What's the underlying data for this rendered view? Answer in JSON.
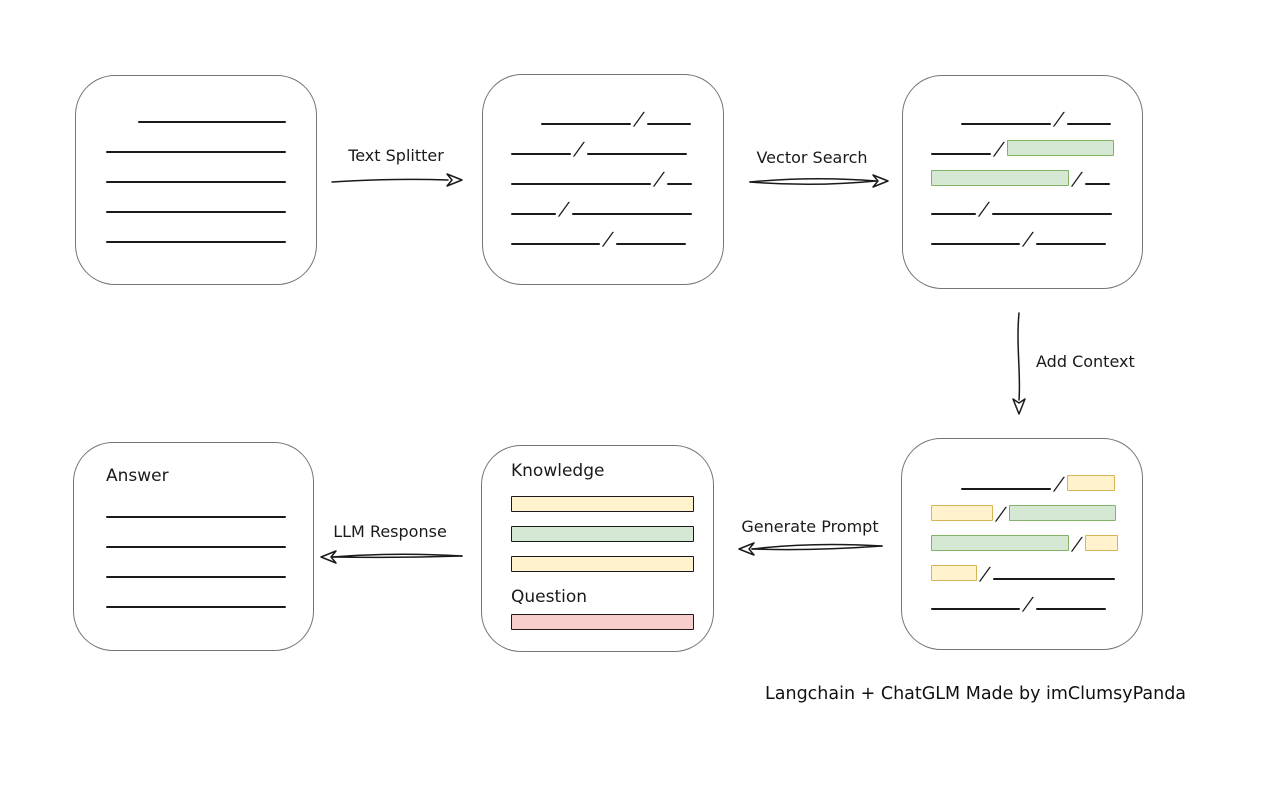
{
  "caption": "Langchain + ChatGLM Made by imClumsyPanda",
  "palette": {
    "box_stroke": "#757575",
    "ink": "#1a1a1a",
    "green_fill": "#d5e8d4",
    "green_stroke": "#82b366",
    "yellow_fill": "#fff2cc",
    "yellow_stroke": "#d6b656",
    "red_fill": "#f8cecc",
    "red_stroke": "#b85450"
  },
  "glyphs": {
    "slash": "/"
  },
  "arrows": {
    "text_splitter": "Text Splitter",
    "vector_search": "Vector Search",
    "add_context": "Add Context",
    "generate_prompt": "Generate Prompt",
    "llm_response": "LLM Response"
  },
  "boxes": {
    "document": {
      "rows": [
        {
          "indent": 32,
          "segs": [
            {
              "t": "line",
              "w": 148
            }
          ]
        },
        {
          "segs": [
            {
              "t": "line",
              "w": 180
            }
          ]
        },
        {
          "segs": [
            {
              "t": "line",
              "w": 180
            }
          ]
        },
        {
          "segs": [
            {
              "t": "line",
              "w": 180
            }
          ]
        },
        {
          "segs": [
            {
              "t": "line",
              "w": 180
            }
          ]
        }
      ]
    },
    "split_text": {
      "rows": [
        {
          "indent": 30,
          "segs": [
            {
              "t": "line",
              "w": 90
            },
            {
              "t": "slash"
            },
            {
              "t": "line",
              "w": 44
            }
          ]
        },
        {
          "segs": [
            {
              "t": "line",
              "w": 60
            },
            {
              "t": "slash"
            },
            {
              "t": "line",
              "w": 100
            }
          ]
        },
        {
          "segs": [
            {
              "t": "line",
              "w": 140
            },
            {
              "t": "slash"
            },
            {
              "t": "line",
              "w": 25
            }
          ]
        },
        {
          "segs": [
            {
              "t": "line",
              "w": 45
            },
            {
              "t": "slash"
            },
            {
              "t": "line",
              "w": 120
            }
          ]
        },
        {
          "segs": [
            {
              "t": "line",
              "w": 89
            },
            {
              "t": "slash"
            },
            {
              "t": "line",
              "w": 70
            }
          ]
        }
      ]
    },
    "vector_matches": {
      "rows": [
        {
          "indent": 30,
          "segs": [
            {
              "t": "line",
              "w": 90
            },
            {
              "t": "slash"
            },
            {
              "t": "line",
              "w": 44
            }
          ]
        },
        {
          "segs": [
            {
              "t": "line",
              "w": 60
            },
            {
              "t": "slash"
            },
            {
              "t": "bar",
              "c": "green",
              "w": 107
            }
          ]
        },
        {
          "segs": [
            {
              "t": "bar",
              "c": "green",
              "w": 138
            },
            {
              "t": "slash"
            },
            {
              "t": "line",
              "w": 25
            }
          ]
        },
        {
          "segs": [
            {
              "t": "line",
              "w": 45
            },
            {
              "t": "slash"
            },
            {
              "t": "line",
              "w": 120
            }
          ]
        },
        {
          "segs": [
            {
              "t": "line",
              "w": 89
            },
            {
              "t": "slash"
            },
            {
              "t": "line",
              "w": 70
            }
          ]
        }
      ]
    },
    "context_chunks": {
      "rows": [
        {
          "indent": 30,
          "segs": [
            {
              "t": "line",
              "w": 90
            },
            {
              "t": "slash"
            },
            {
              "t": "bar",
              "c": "yellow",
              "w": 48
            }
          ]
        },
        {
          "segs": [
            {
              "t": "bar",
              "c": "yellow",
              "w": 62
            },
            {
              "t": "slash"
            },
            {
              "t": "bar",
              "c": "green",
              "w": 107
            }
          ]
        },
        {
          "segs": [
            {
              "t": "bar",
              "c": "green",
              "w": 138
            },
            {
              "t": "slash"
            },
            {
              "t": "bar",
              "c": "yellow",
              "w": 33
            }
          ]
        },
        {
          "segs": [
            {
              "t": "bar",
              "c": "yellow",
              "w": 46
            },
            {
              "t": "slash"
            },
            {
              "t": "line",
              "w": 122
            }
          ]
        },
        {
          "segs": [
            {
              "t": "line",
              "w": 89
            },
            {
              "t": "slash"
            },
            {
              "t": "line",
              "w": 70
            }
          ]
        }
      ]
    },
    "prompt": {
      "knowledge_label": "Knowledge",
      "question_label": "Question",
      "knowledge_bars": [
        {
          "c": "yellow"
        },
        {
          "c": "green"
        },
        {
          "c": "yellow"
        }
      ],
      "question_bars": [
        {
          "c": "red"
        }
      ]
    },
    "answer": {
      "label": "Answer",
      "rows": [
        {
          "segs": [
            {
              "t": "line",
              "w": 180
            }
          ]
        },
        {
          "segs": [
            {
              "t": "line",
              "w": 180
            }
          ]
        },
        {
          "segs": [
            {
              "t": "line",
              "w": 180
            }
          ]
        },
        {
          "segs": [
            {
              "t": "line",
              "w": 180
            }
          ]
        }
      ]
    }
  }
}
